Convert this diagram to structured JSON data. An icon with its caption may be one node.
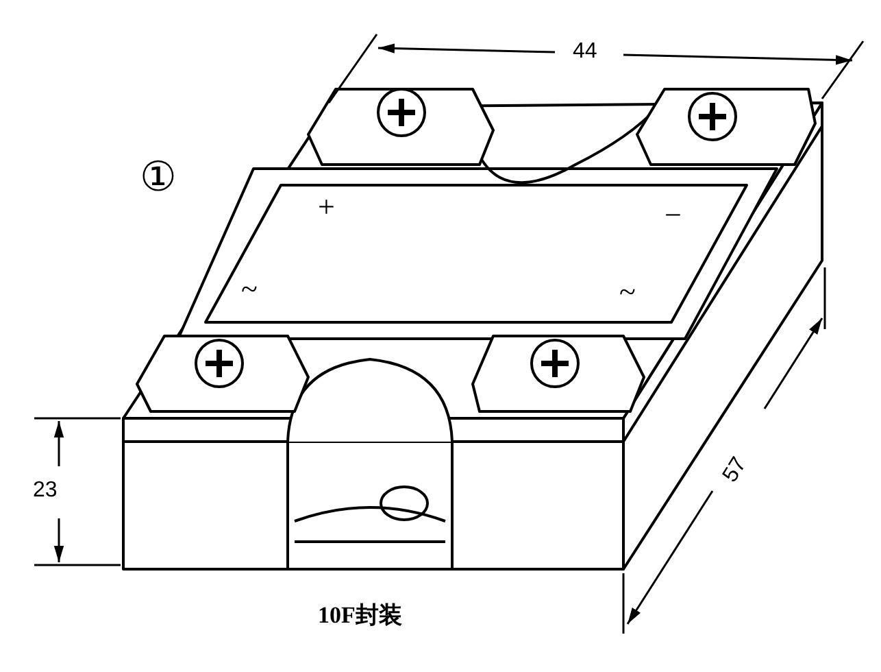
{
  "diagram": {
    "caption": "10F封装",
    "labels": [
      "44",
      "①",
      "+",
      "−",
      "~",
      "~",
      "23",
      "57"
    ]
  }
}
